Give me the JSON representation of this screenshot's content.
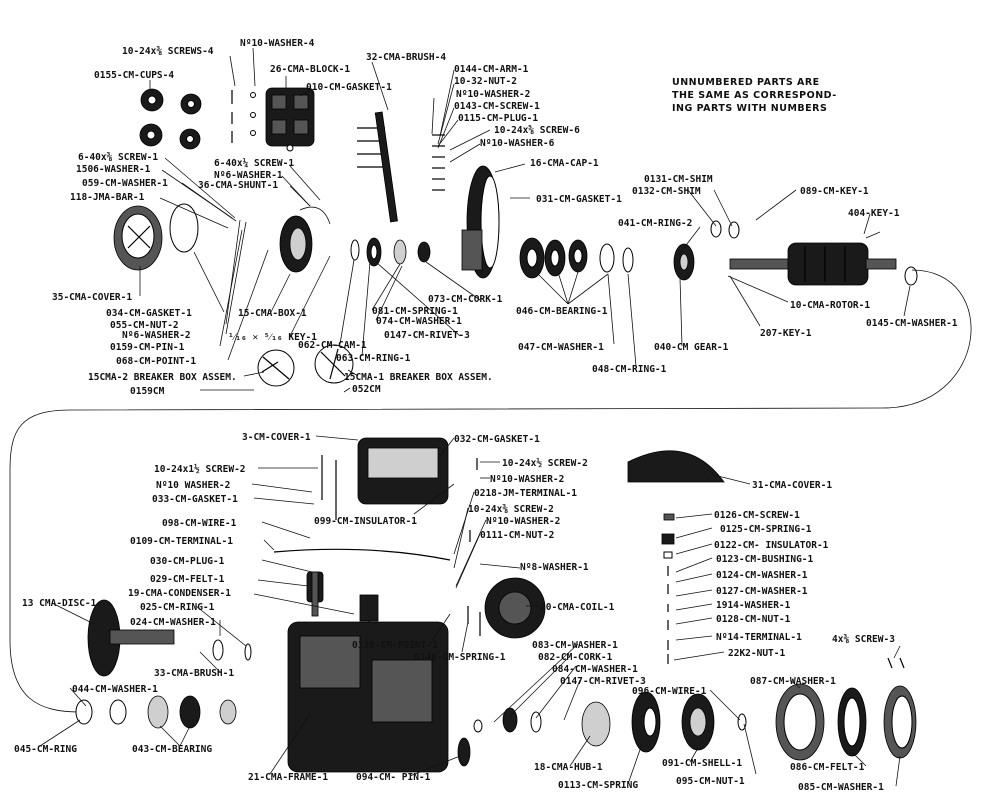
{
  "note": {
    "lines": [
      "UNNUMBERED PARTS ARE",
      "THE SAME AS CORRESPOND-",
      "ING PARTS WITH NUMBERS"
    ]
  },
  "labels": {
    "screws_4": "10-24x⅜ SCREWS-4",
    "washer_4": "Nº10-WASHER-4",
    "cups": "0155-CM-CUPS-4",
    "block": "26-CMA-BLOCK-1",
    "gasket_010": "010-CM-GASKET-1",
    "brush_4": "32-CMA-BRUSH-4",
    "arm": "0144-CM-ARM-1",
    "nut_2_top": "10-32-NUT-2",
    "washer_2_top": "Nº10-WASHER-2",
    "screw_0143": "0143-CM-SCREW-1",
    "plug_0115": "0115-CM-PLUG-1",
    "screw_6": "10-24x⅝ SCREW-6",
    "washer_6": "Nº10-WASHER-6",
    "cap": "16-CMA-CAP-1",
    "screw_640_1": "6-40x⅜ SCREW-1",
    "washer_1506": "1506-WASHER-1",
    "washer_059": "059-CM-WASHER-1",
    "bar": "118-JMA-BAR-1",
    "screw_640_1b": "6-40x¼ SCREW-1",
    "washer_n6": "Nº6-WASHER-1",
    "shunt": "36-CMA-SHUNT-1",
    "gasket_031": "031-CM-GASKET-1",
    "shim_0131": "0131-CM-SHIM",
    "shim_0132": "0132-CM-SHIM",
    "key_089": "089-CM-KEY-1",
    "key_404": "404-KEY-1",
    "ring_041": "041-CM-RING-2",
    "cover_35": "35-CMA-COVER-1",
    "gasket_034": "034-CM-GASKET-1",
    "nut_055": "055-CM-NUT-2",
    "washer_n6_2": "Nº6-WASHER-2",
    "pin_0159": "0159-CM-PIN-1",
    "point_068": "068-CM-POINT-1",
    "box": "15-CMA-BOX-1",
    "key_frac": "¹⁄₁₆ ✕ ⁵⁄₁₆ KEY-1",
    "cam": "062-CM-CAM-1",
    "ring_063": "063-CM-RING-1",
    "spring_081": "081-CM-SPRING-1",
    "washer_074": "074-CM-WASHER-1",
    "rivet_0147": "0147-CM-RIVET-3",
    "cork_073": "073-CM-CORK-1",
    "bearing_046": "046-CM-BEARING-1",
    "washer_047": "047-CM-WASHER-1",
    "ring_048": "048-CM-RING-1",
    "gear_040": "040-CM GEAR-1",
    "rotor": "10-CMA-ROTOR-1",
    "key_207": "207-KEY-1",
    "washer_0145": "0145-CM-WASHER-1",
    "breaker_2": "15CMA-2 BREAKER BOX ASSEM.",
    "breaker_1": "15CMA-1 BREAKER BOX ASSEM.",
    "cm_0159": "0159CM",
    "cm_052": "052CM",
    "cover_3": "3-CM-COVER-1",
    "gasket_032": "032-CM-GASKET-1",
    "screw_112": "10-24x1½ SCREW-2",
    "washer_n10_2a": "Nº10 WASHER-2",
    "gasket_033": "033-CM-GASKET-1",
    "screw_10_24_2": "10-24x½ SCREW-2",
    "washer_n10_2b": "Nº10-WASHER-2",
    "terminal_0218": "0218-JM-TERMINAL-1",
    "insulator_099": "099-CM-INSULATOR-1",
    "screw_10_24_2b": "10-24x⅜ SCREW-2",
    "washer_n10_2c": "Nº10-WASHER-2",
    "nut_0111": "0111-CM-NUT-2",
    "wire_098": "098-CM-WIRE-1",
    "terminal_0109": "0109-CM-TERMINAL-1",
    "plug_030": "030-CM-PLUG-1",
    "felt_029": "029-CM-FELT-1",
    "condenser": "19-CMA-CONDENSER-1",
    "washer_n8": "Nº8-WASHER-1",
    "disc": "13 CMA-DISC-1",
    "ring_025": "025-CM-RING-1",
    "washer_024": "024-CM-WASHER-1",
    "brush_33": "33-CMA-BRUSH-1",
    "coil": "20-CMA-COIL-1",
    "point_0138": "0138-CM-POINT-1",
    "spring_0140": "0140-CM-SPRING-1",
    "washer_044": "044-CM-WASHER-1",
    "ring_045": "045-CM-RING",
    "bearing_043": "043-CM-BEARING",
    "frame": "21-CMA-FRAME-1",
    "pin_094": "094-CM- PIN-1",
    "cover_31": "31-CMA-COVER-1",
    "screw_0126": "0126-CM-SCREW-1",
    "spring_0125": "0125-CM-SPRING-1",
    "insulator_0122": "0122-CM- INSULATOR-1",
    "bushing_0123": "0123-CM-BUSHING-1",
    "washer_0124": "0124-CM-WASHER-1",
    "washer_0127": "0127-CM-WASHER-1",
    "washer_1914": "1914-WASHER-1",
    "nut_0128": "0128-CM-NUT-1",
    "terminal_n14": "Nº14-TERMINAL-1",
    "nut_22k2": "22K2-NUT-1",
    "screw_4x38": "4x⅜ SCREW-3",
    "washer_083": "083-CM-WASHER-1",
    "cork_082": "082-CM-CORK-1",
    "washer_084": "084-CM-WASHER-1",
    "rivet_0147b": "0147-CM-RIVET-3",
    "wire_096": "096-CM-WIRE-1",
    "washer_087": "087-CM-WASHER-1",
    "hub": "18-CMA-HUB-1",
    "spring_0113": "0113-CM-SPRING",
    "shell": "091-CM-SHELL-1",
    "nut_095": "095-CM-NUT-1",
    "felt_086": "086-CM-FELT-1",
    "washer_085": "085-CM-WASHER-1"
  }
}
